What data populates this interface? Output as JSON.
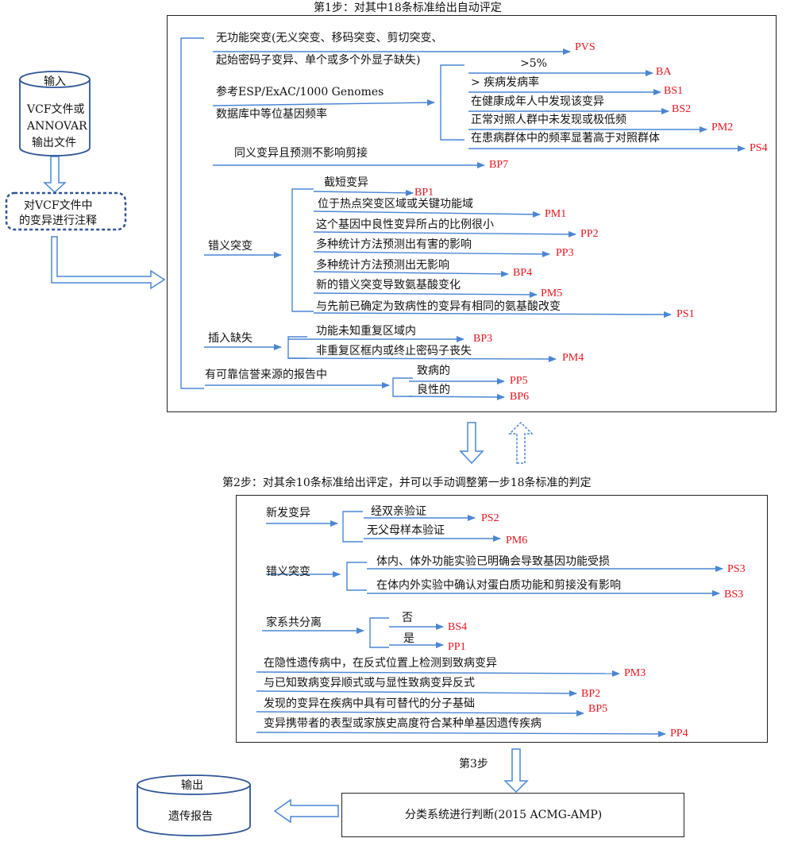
{
  "step1": {
    "title": "第1步：对其中18条标准给出自动评定",
    "lof_line1": "无功能突变(无义突变、移码突变、剪切突变、",
    "lof_line2": "起始密码子变异、单个或多个外显子缺失)",
    "pop_line1": "参考ESP/ExAC/1000 Genomes",
    "pop_line2": "数据库中等位基因频率",
    "pop_branches": [
      {
        "label": ">5%",
        "code": "BA"
      },
      {
        "label": "> 疾病发病率",
        "code": "BS1"
      },
      {
        "label": "在健康成年人中发现该变异",
        "code": "BS2"
      },
      {
        "label": "正常对照人群中未发现或极低频",
        "code": "PM2"
      },
      {
        "label": "在患病群体中的频率显著高于对照群体",
        "code": "PS4"
      }
    ],
    "lof_code": "PVS",
    "synonymous": "同义变异且预测不影响剪接",
    "synonymous_code": "BP7",
    "missense": "错义突变",
    "missense_branches": [
      {
        "label": "截短变异",
        "code": "BP1"
      },
      {
        "label": "位于热点突变区域或关键功能域",
        "code": "PM1"
      },
      {
        "label": "这个基因中良性变异所占的比例很小",
        "code": "PP2"
      },
      {
        "label": "多种统计方法预测出有害的影响",
        "code": "PP3"
      },
      {
        "label": "多种统计方法预测出无影响",
        "code": "BP4"
      },
      {
        "label": "新的错义突变导致氨基酸变化",
        "code": "PM5"
      },
      {
        "label": "与先前已确定为致病性的变异有相同的氨基酸改变",
        "code": "PS1"
      }
    ],
    "indel": "插入缺失",
    "indel_branches": [
      {
        "label": "功能未知重复区域内",
        "code": "BP3"
      },
      {
        "label": "非重复区框内或终止密码子丧失",
        "code": "PM4"
      }
    ],
    "report": "有可靠信誉来源的报告中",
    "report_branches": [
      {
        "label": "致病的",
        "code": "PP5"
      },
      {
        "label": "良性的",
        "code": "BP6"
      }
    ]
  },
  "input": {
    "title": "输入",
    "line1": "VCF文件或",
    "line2": "ANNOVAR",
    "line3": "输出文件",
    "annot_line1": "对VCF文件中",
    "annot_line2": "的变异进行注释"
  },
  "step2": {
    "title": "第2步：对其余10条标准给出评定，并可以手动调整第一步18条标准的判定",
    "denovo": "新发变异",
    "denovo_branches": [
      {
        "label": "经双亲验证",
        "code": "PS2"
      },
      {
        "label": "无父母样本验证",
        "code": "PM6"
      }
    ],
    "missense": "错义突变",
    "missense_branches": [
      {
        "label": "体内、体外功能实验已明确会导致基因功能受损",
        "code": "PS3"
      },
      {
        "label": "在体内外实验中确认对蛋白质功能和剪接没有影响",
        "code": "BS3"
      }
    ],
    "coseg": "家系共分离",
    "coseg_branches": [
      {
        "label": "否",
        "code": "BS4"
      },
      {
        "label": "是",
        "code": "PP1"
      }
    ],
    "rows": [
      {
        "label": "在隐性遗传病中，在反式位置上检测到致病变异",
        "code": "PM3"
      },
      {
        "label": "与已知致病变异顺式或与显性致病变异反式",
        "code": "BP2"
      },
      {
        "label": "发现的变异在疾病中具有可替代的分子基础",
        "code": "BP5"
      },
      {
        "label": "变异携带者的表型或家族史高度符合某种单基因遗传疾病",
        "code": "PP4"
      }
    ]
  },
  "step3": {
    "title": "第3步",
    "classify": "分类系统进行判断(2015 ACMG-AMP)"
  },
  "output": {
    "title": "输出",
    "label": "遗传报告"
  },
  "colors": {
    "arrow": "#4a86d4",
    "code": "#e8141d",
    "cylinder": "#2f5597"
  }
}
